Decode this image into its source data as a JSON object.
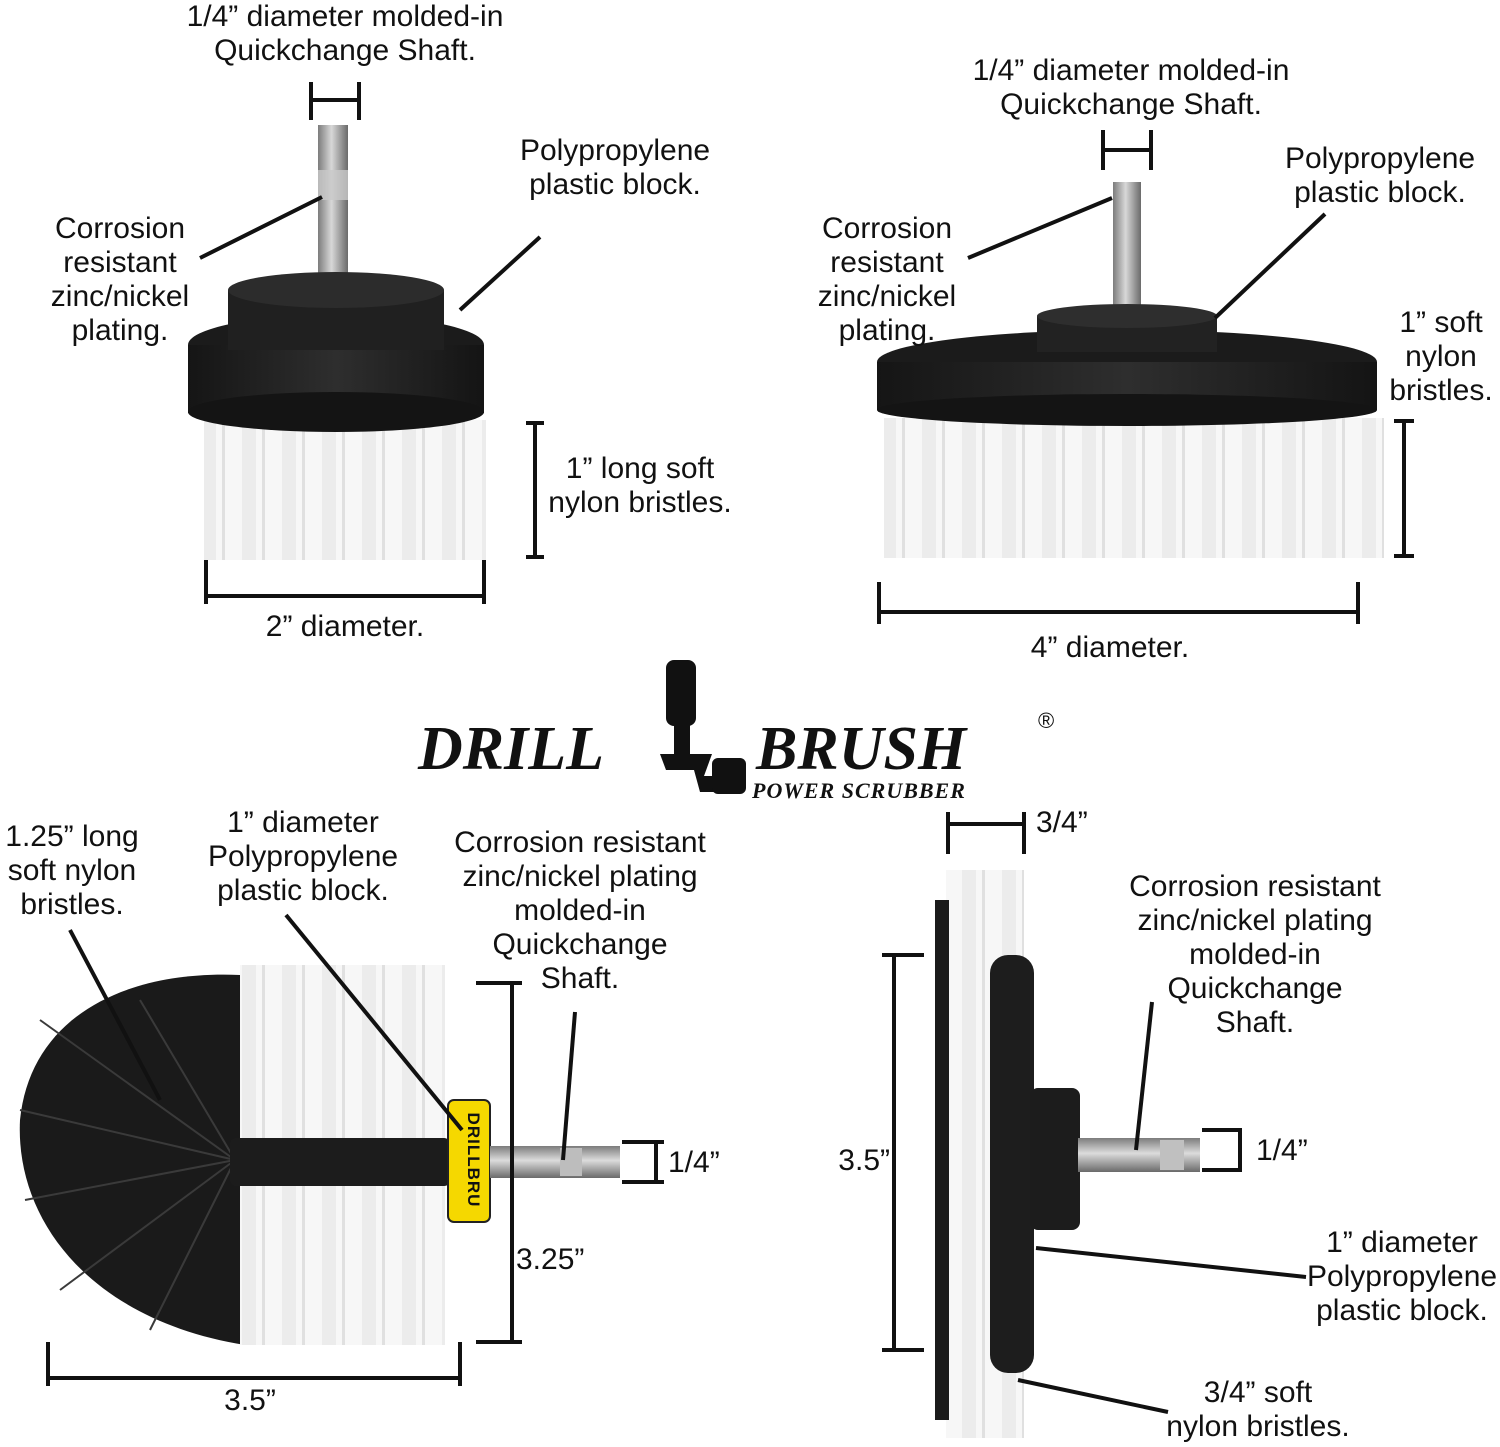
{
  "brand": {
    "word1": "DRILL",
    "word2": "BRUSH",
    "tagline": "POWER SCRUBBER",
    "registered_mark": "®"
  },
  "brush_2in": {
    "shaft_label": "1/4” diameter molded-in\nQuickchange Shaft.",
    "plating_label": "Corrosion\nresistant\nzinc/nickel\nplating.",
    "block_label": "Polypropylene\nplastic block.",
    "bristle_label": "1” long soft\nnylon bristles.",
    "diameter_label": "2” diameter."
  },
  "brush_4in": {
    "shaft_label": "1/4” diameter molded-in\nQuickchange Shaft.",
    "plating_label": "Corrosion\nresistant\nzinc/nickel\nplating.",
    "block_label": "Polypropylene\nplastic block.",
    "bristle_label": "1” soft\nnylon\nbristles.",
    "diameter_label": "4” diameter."
  },
  "brush_cone": {
    "bristle_label": "1.25” long\nsoft nylon\nbristles.",
    "block_label": "1” diameter\nPolypropylene\nplastic block.",
    "shaft_label": "Corrosion resistant\nzinc/nickel plating\nmolded-in\nQuickchange\nShaft.",
    "shaft_dim": "1/4”",
    "height_dim": "3.25”",
    "width_dim": "3.5”",
    "band_text": "DRILLBRU"
  },
  "brush_side": {
    "width_dim": "3/4”",
    "shaft_label": "Corrosion resistant\nzinc/nickel plating\nmolded-in\nQuickchange\nShaft.",
    "height_dim": "3.5”",
    "shaft_dim": "1/4”",
    "block_label": "1” diameter\nPolypropylene\nplastic block.",
    "bristle_label": "3/4” soft\nnylon bristles."
  },
  "colors": {
    "block": "#1e1e1e",
    "bristle": "#f4f4f4",
    "shaft": "#a8a8a8",
    "band": "#f5d800",
    "ink": "#111111"
  }
}
